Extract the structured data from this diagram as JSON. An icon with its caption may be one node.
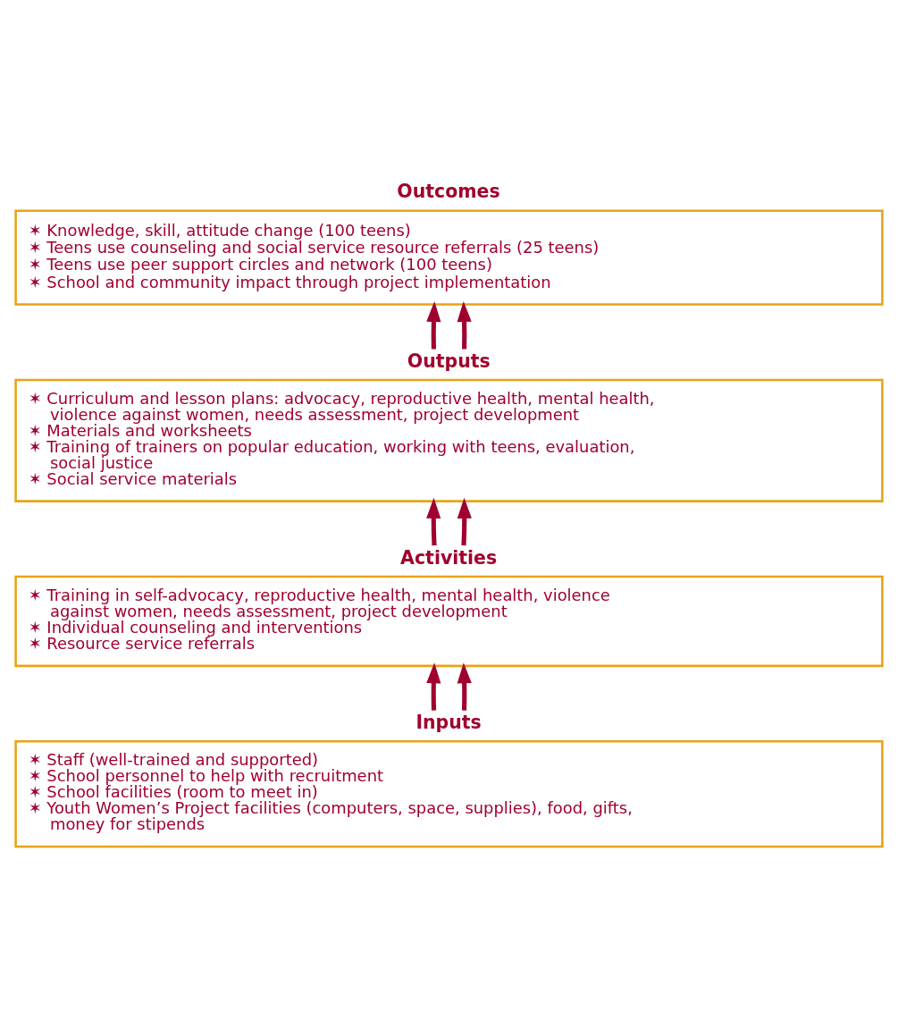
{
  "diagram": {
    "nodes": [
      {
        "text": [
          "Outcomes",
          "✶ Knowledge, skill, attitude change (100 teens)",
          "✶ Teens use counseling and social service resource referrals (25 teens)",
          "✶ Teens use peer support circles and network (100 teens)",
          "✶ School and community impact through project implementation"
        ]
      },
      {
        "text": [
          "Outputs",
          "✶ Curriculum and lesson plans: advocacy, reproductive health, mental health, violence against women, needs assessment, project development",
          "✶ Materials and worksheets",
          "✶ Training of trainers on popular education, working with teens, evaluation, social justice",
          "✶ Social service materials"
        ]
      },
      {
        "text": [
          "Activities",
          "✶ Training in self-advocacy, reproductive health, mental health, violence against women, needs assessment, project development",
          "✶ Individual counseling and interventions",
          "✶ Resource service referrals"
        ]
      },
      {
        "text": [
          "Inputs",
          "✶ Staff (well-trained and supported)",
          "✶ School personnel to help with recruitment",
          "✶ School facilities (room to meet in)",
          "✶ Youth Women’s Project facilities (computers, space, supplies), food, gifts, money for stipends"
        ]
      }
    ],
    "edges": [
      {
        "from": 3,
        "to": 2,
        "arrow": "to"
      },
      {
        "from": 3,
        "to": 2,
        "arrow": "to"
      },
      {
        "from": 2,
        "to": 1,
        "arrow": "to"
      },
      {
        "from": 2,
        "to": 1,
        "arrow": "to"
      },
      {
        "from": 1,
        "to": 0,
        "arrow": "to"
      },
      {
        "from": 1,
        "to": 0,
        "arrow": "to"
      }
    ]
  }
}
